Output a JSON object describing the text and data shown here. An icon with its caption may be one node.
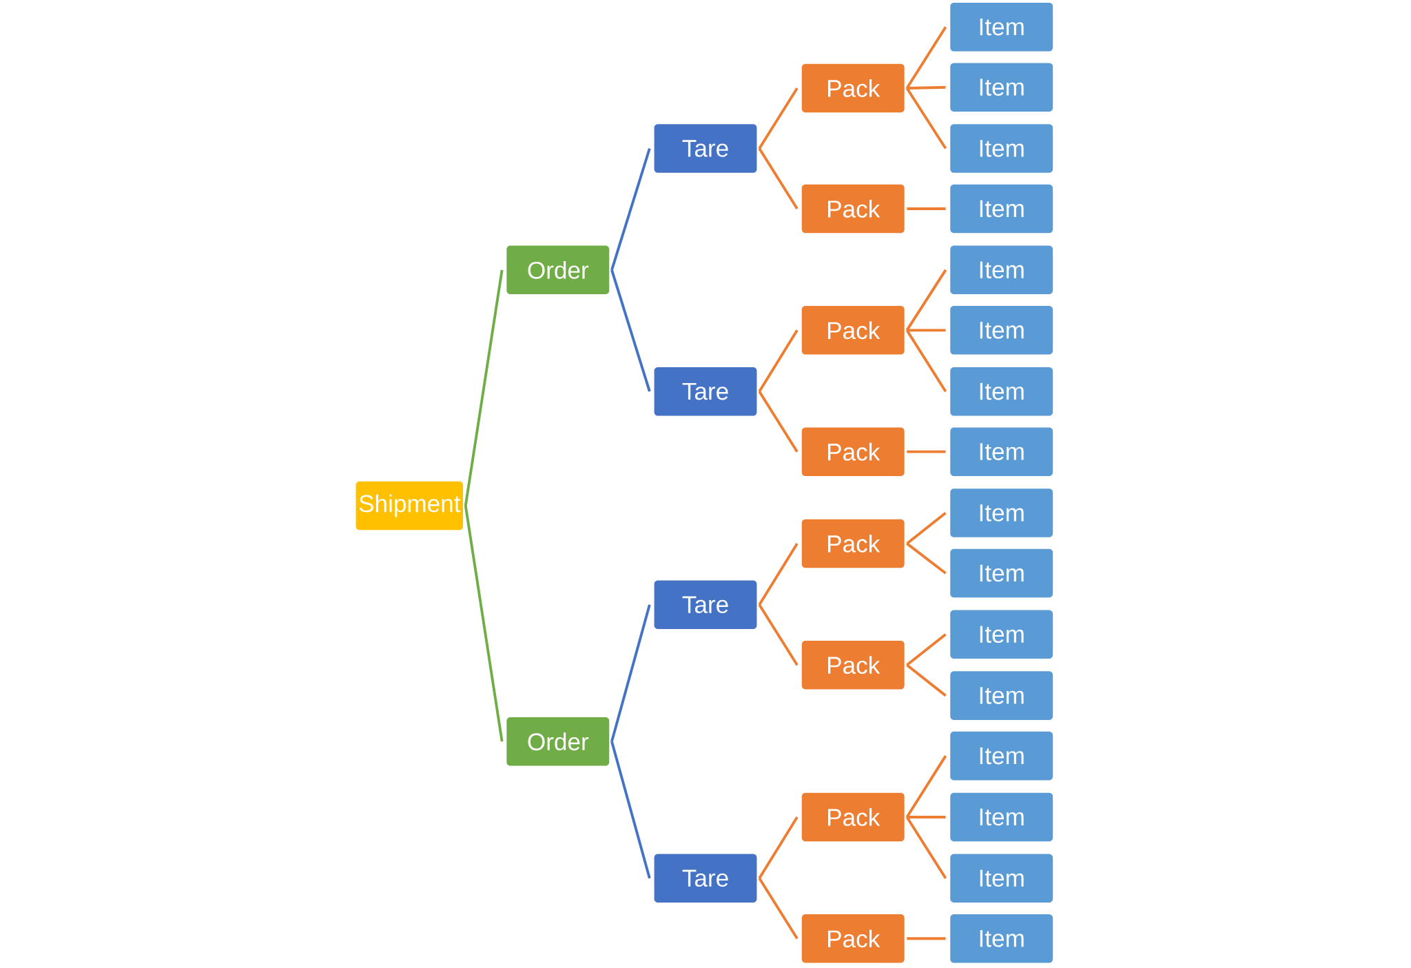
{
  "diagram": {
    "nodes": [
      {
        "text": [
          "Shipment"
        ]
      },
      {
        "text": [
          "Order"
        ]
      },
      {
        "text": [
          "Tare"
        ]
      },
      {
        "text": [
          "Pack"
        ]
      },
      {
        "text": [
          "Item"
        ]
      },
      {
        "text": [
          "Item"
        ]
      },
      {
        "text": [
          "Item"
        ]
      },
      {
        "text": [
          "Pack"
        ]
      },
      {
        "text": [
          "Item"
        ]
      },
      {
        "text": [
          "Tare"
        ]
      },
      {
        "text": [
          "Pack"
        ]
      },
      {
        "text": [
          "Item"
        ]
      },
      {
        "text": [
          "Item"
        ]
      },
      {
        "text": [
          "Item"
        ]
      },
      {
        "text": [
          "Pack"
        ]
      },
      {
        "text": [
          "Item"
        ]
      },
      {
        "text": [
          "Order"
        ]
      },
      {
        "text": [
          "Tare"
        ]
      },
      {
        "text": [
          "Pack"
        ]
      },
      {
        "text": [
          "Item"
        ]
      },
      {
        "text": [
          "Item"
        ]
      },
      {
        "text": [
          "Pack"
        ]
      },
      {
        "text": [
          "Item"
        ]
      },
      {
        "text": [
          "Item"
        ]
      },
      {
        "text": [
          "Tare"
        ]
      },
      {
        "text": [
          "Pack"
        ]
      },
      {
        "text": [
          "Item"
        ]
      },
      {
        "text": [
          "Item"
        ]
      },
      {
        "text": [
          "Item"
        ]
      },
      {
        "text": [
          "Pack"
        ]
      },
      {
        "text": [
          "Item"
        ]
      }
    ],
    "edges": [
      {
        "from": 0,
        "to": 1,
        "arrow": "none",
        "color": "#70ad47"
      },
      {
        "from": 0,
        "to": 16,
        "arrow": "none",
        "color": "#70ad47"
      },
      {
        "from": 1,
        "to": 2,
        "arrow": "none",
        "color": "#4472c4"
      },
      {
        "from": 1,
        "to": 9,
        "arrow": "none",
        "color": "#4472c4"
      },
      {
        "from": 16,
        "to": 17,
        "arrow": "none",
        "color": "#4472c4"
      },
      {
        "from": 16,
        "to": 24,
        "arrow": "none",
        "color": "#4472c4"
      },
      {
        "from": 2,
        "to": 3,
        "arrow": "none"
      },
      {
        "from": 2,
        "to": 7,
        "arrow": "none"
      },
      {
        "from": 3,
        "to": 4,
        "arrow": "none"
      },
      {
        "from": 3,
        "to": 5,
        "arrow": "none"
      },
      {
        "from": 3,
        "to": 6,
        "arrow": "none"
      },
      {
        "from": 7,
        "to": 8,
        "arrow": "none"
      },
      {
        "from": 9,
        "to": 10,
        "arrow": "none"
      },
      {
        "from": 9,
        "to": 14,
        "arrow": "none"
      },
      {
        "from": 10,
        "to": 11,
        "arrow": "none"
      },
      {
        "from": 10,
        "to": 12,
        "arrow": "none"
      },
      {
        "from": 10,
        "to": 13,
        "arrow": "none"
      },
      {
        "from": 14,
        "to": 15,
        "arrow": "none"
      },
      {
        "from": 17,
        "to": 18,
        "arrow": "none"
      },
      {
        "from": 17,
        "to": 21,
        "arrow": "none"
      },
      {
        "from": 18,
        "to": 19,
        "arrow": "none"
      },
      {
        "from": 18,
        "to": 20,
        "arrow": "none"
      },
      {
        "from": 21,
        "to": 22,
        "arrow": "none"
      },
      {
        "from": 21,
        "to": 23,
        "arrow": "none"
      },
      {
        "from": 24,
        "to": 25,
        "arrow": "none"
      },
      {
        "from": 24,
        "to": 29,
        "arrow": "none"
      },
      {
        "from": 25,
        "to": 26,
        "arrow": "none"
      },
      {
        "from": 25,
        "to": 27,
        "arrow": "none"
      },
      {
        "from": 25,
        "to": 28,
        "arrow": "none"
      },
      {
        "from": 29,
        "to": 30,
        "arrow": "none"
      }
    ]
  }
}
